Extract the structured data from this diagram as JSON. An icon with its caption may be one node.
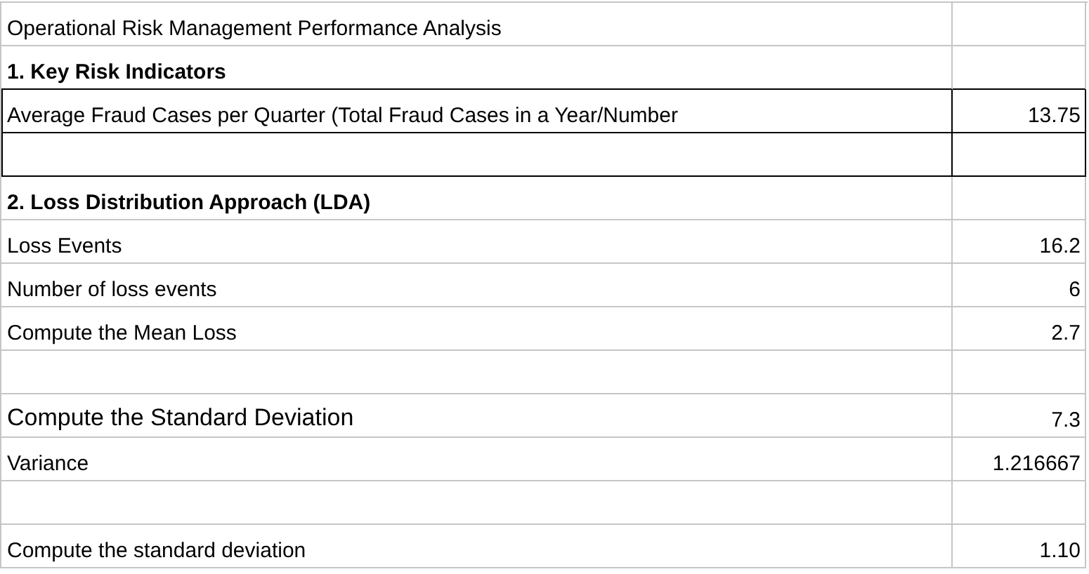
{
  "diagram": {
    "labels": [
      "Operational Risk Management Performance Analysis",
      "1. Key Risk Indicators",
      "Average Fraud Cases per Quarter (Total Fraud Cases in a Year/Number",
      "13.75",
      "2. Loss Distribution Approach (LDA)",
      "Loss Events",
      "16.2",
      "Number of loss events",
      "6",
      "Compute the Mean Loss",
      "2.7",
      "Compute the Standard Deviation",
      "7.3",
      "Variance",
      "1.216667",
      "Compute the standard deviation",
      "1.10"
    ]
  }
}
